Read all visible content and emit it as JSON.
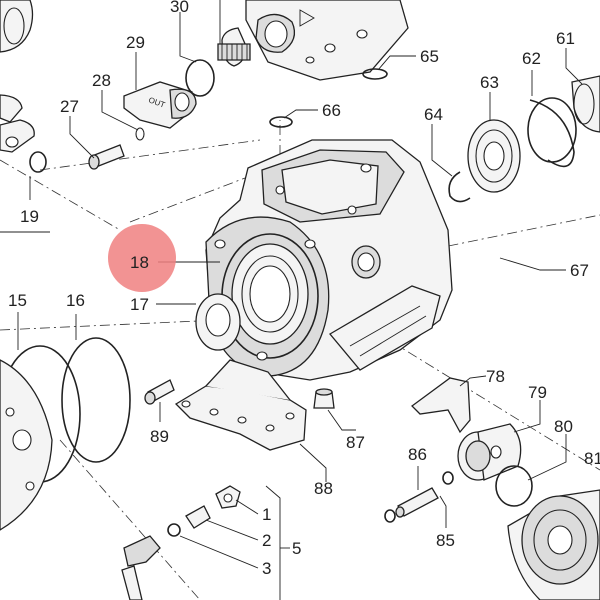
{
  "diagram": {
    "highlight_color": "#f08080",
    "line_color": "#222222",
    "callouts": {
      "c1": "1",
      "c2": "2",
      "c3": "3",
      "c5": "5",
      "c15": "15",
      "c16": "16",
      "c17": "17",
      "c18": "18",
      "c19": "19",
      "c27": "27",
      "c28": "28",
      "c29": "29",
      "c30": "30",
      "c61": "61",
      "c62": "62",
      "c63": "63",
      "c64": "64",
      "c65": "65",
      "c66": "66",
      "c67": "67",
      "c78": "78",
      "c79": "79",
      "c80": "80",
      "c81": "81",
      "c85": "85",
      "c86": "86",
      "c87": "87",
      "c88": "88",
      "c89": "89"
    },
    "engraving": "OUT"
  }
}
